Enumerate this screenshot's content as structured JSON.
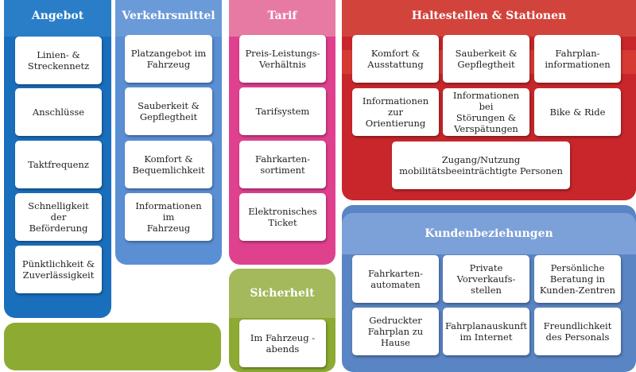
{
  "angebot": {
    "title": "Angebot",
    "items": [
      "Linien- &\nStreckennetz",
      "Anschlüsse",
      "Taktfrequenz",
      "Schnelligkeit der\nBeförderung",
      "Pünktlichkeit &\nZuverlässigkeit"
    ]
  },
  "verkehrsmittel": {
    "title": "Verkehrsmittel",
    "items": [
      "Platzangebot im\nFahrzeug",
      "Sauberkeit &\nGepflegtheit",
      "Komfort &\nBequemlichkeit",
      "Informationen im\nFahrzeug"
    ]
  },
  "tarif": {
    "title": "Tarif",
    "items": [
      "Preis-Leistungs-\nVerhältnis",
      "Tarifsystem",
      "Fahrkarten-\nsortiment",
      "Elektronisches\nTicket"
    ]
  },
  "haltestellen": {
    "title": "Haltestellen & Stationen",
    "items": [
      "Komfort &\nAusstattung",
      "Sauberkeit &\nGepflegtheit",
      "Fahrplan-\ninformationen",
      "Informationen\nzur Orientierung",
      "Informationen bei\nStörungen &\nVerspätungen",
      "Bike & Ride",
      "Zugang/Nutzung\nmobilitätsbeeinträchtigte Personen"
    ]
  },
  "kundenbeziehungen": {
    "title": "Kundenbeziehungen",
    "items": [
      "Fahrkarten-\nautomaten",
      "Private\nVorverkaufs-\nstellen",
      "Persönliche\nBeratung in\nKunden-Zentren",
      "Gedruckter\nFahrplan zu\nHause",
      "Fahrplanauskunft\nim Internet",
      "Freundlichkeit\ndes Personals"
    ]
  },
  "sicherheit": {
    "title": "Sicherheit",
    "items": [
      "Im Fahrzeug -\nabends"
    ]
  },
  "colors": {
    "angebot": "#1a6fbd",
    "verkehrsmittel": "#5b8fd4",
    "tarif": "#e0418f",
    "haltestellen": "#c8262b",
    "kundenbeziehungen": "#5a85c4",
    "sicherheit": "#8dab32"
  }
}
